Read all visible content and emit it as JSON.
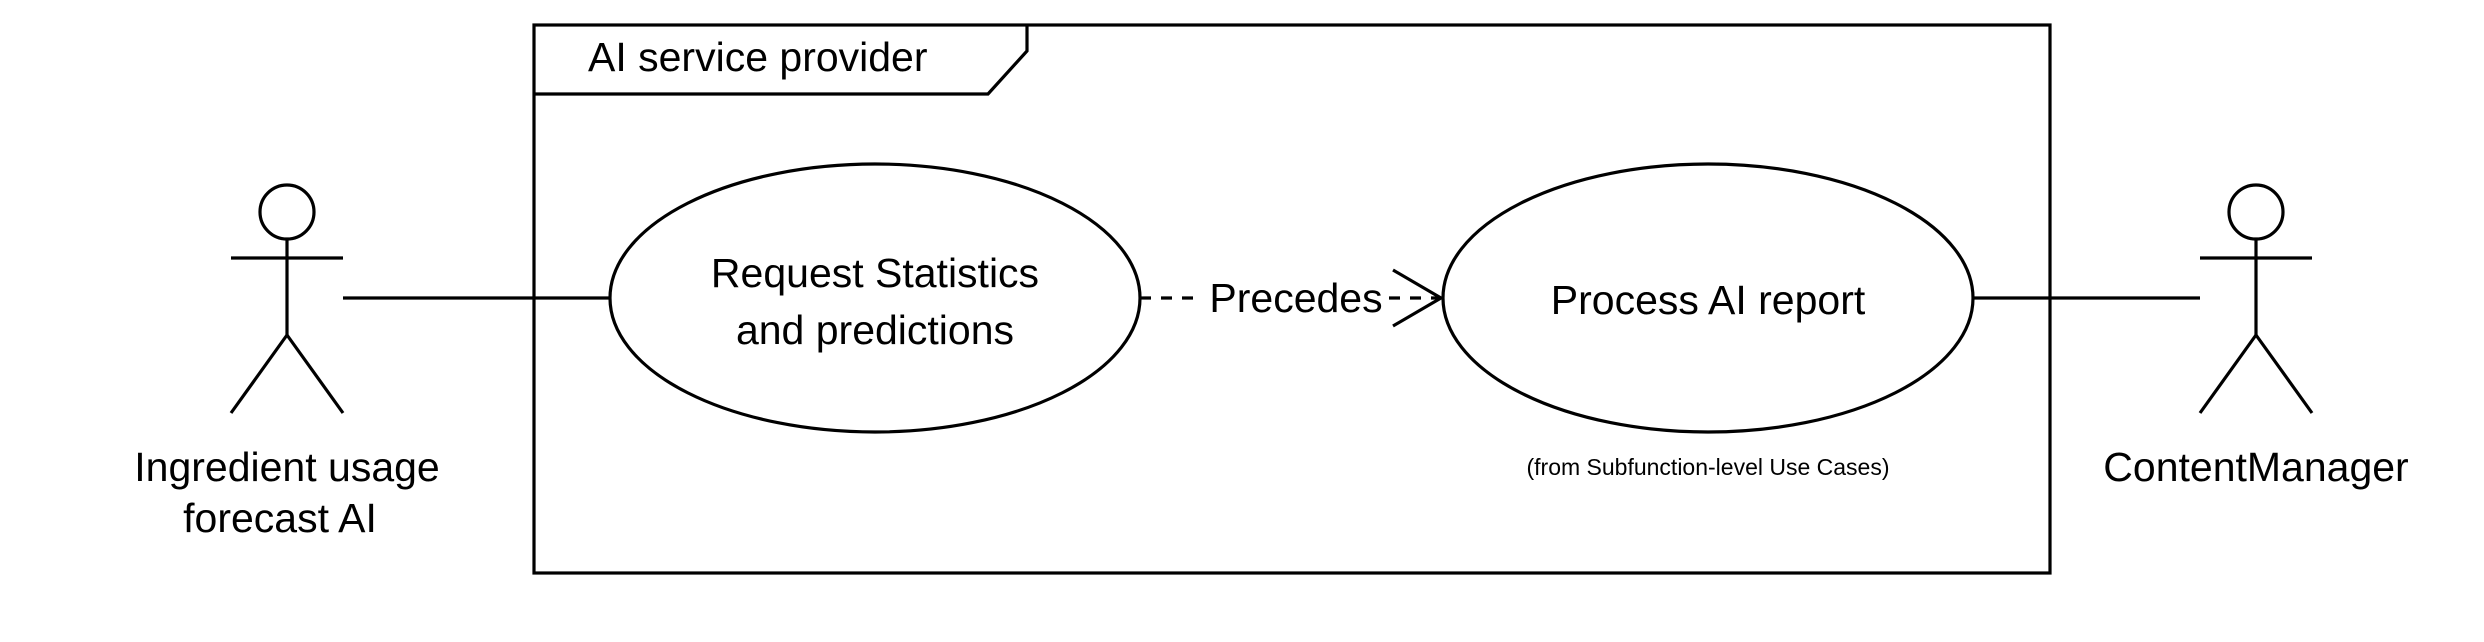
{
  "boundary": {
    "label": "AI service provider"
  },
  "actors": {
    "left": {
      "name_line1": "Ingredient usage",
      "name_line2": "forecast AI"
    },
    "right": {
      "name": "ContentManager"
    }
  },
  "use_cases": {
    "request": {
      "line1": "Request Statistics",
      "line2": "and predictions"
    },
    "process": {
      "label": "Process AI report",
      "note": "(from Subfunction-level Use Cases)"
    }
  },
  "relations": {
    "precedes": "Precedes"
  },
  "colors": {
    "stroke": "#000000",
    "background": "#ffffff"
  }
}
